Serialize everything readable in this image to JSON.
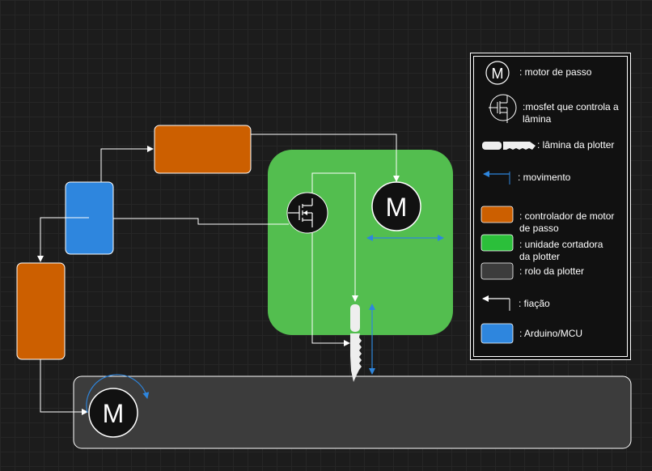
{
  "diagram": {
    "motor_symbol": "M",
    "colors": {
      "background": "#1c1c1c",
      "controller": "#cc5f00",
      "arduino": "#2e86de",
      "cutter_unit": "#53be4f",
      "roller": "#3c3c3c",
      "movement": "#2e86de",
      "wiring": "#ffffff"
    }
  },
  "legend": {
    "motor_symbol": "M",
    "items": [
      {
        "icon": "motor-icon",
        "label": ": motor de passo"
      },
      {
        "icon": "mosfet-icon",
        "label": ":mosfet que controla a lâmina"
      },
      {
        "icon": "blade-icon",
        "label": ": lâmina da plotter"
      },
      {
        "icon": "movement-arrow-icon",
        "label": ": movimento"
      },
      {
        "icon": "orange-swatch",
        "label": ": controlador de motor de passo"
      },
      {
        "icon": "green-swatch",
        "label": ": unidade cortadora da plotter"
      },
      {
        "icon": "gray-swatch",
        "label": ": rolo da plotter"
      },
      {
        "icon": "wiring-arrow-icon",
        "label": ": fiação"
      },
      {
        "icon": "blue-swatch",
        "label": ": Arduino/MCU"
      }
    ]
  }
}
